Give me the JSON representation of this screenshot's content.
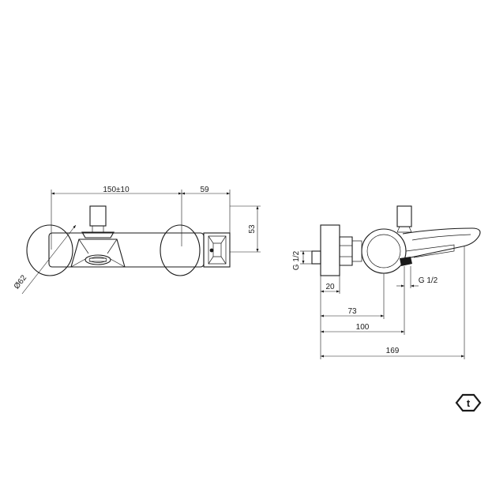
{
  "front_view": {
    "dim_width": "150±10",
    "dim_right": "59",
    "dim_height": "53",
    "dim_diameter": "Ø62"
  },
  "side_view": {
    "thread_inlet": "G 1/2",
    "thread_outlet": "G 1/2",
    "dim_20": "20",
    "dim_73": "73",
    "dim_100": "100",
    "dim_169": "169"
  },
  "logo": {
    "letter": "t"
  }
}
